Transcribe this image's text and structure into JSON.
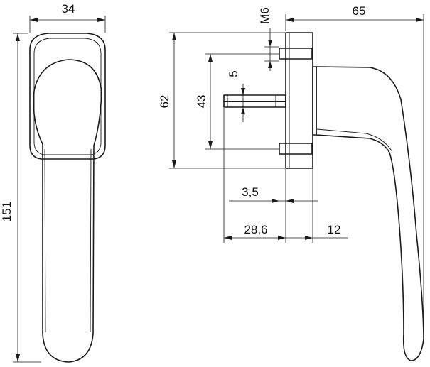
{
  "dimensions": {
    "width_34": "34",
    "height_151": "151",
    "thread_m6": "M6",
    "spindle_5": "5",
    "overall_65": "65",
    "rose_62": "62",
    "screw_43": "43",
    "offset_3_5": "3,5",
    "spindle_28_6": "28,6",
    "rose_12": "12"
  }
}
